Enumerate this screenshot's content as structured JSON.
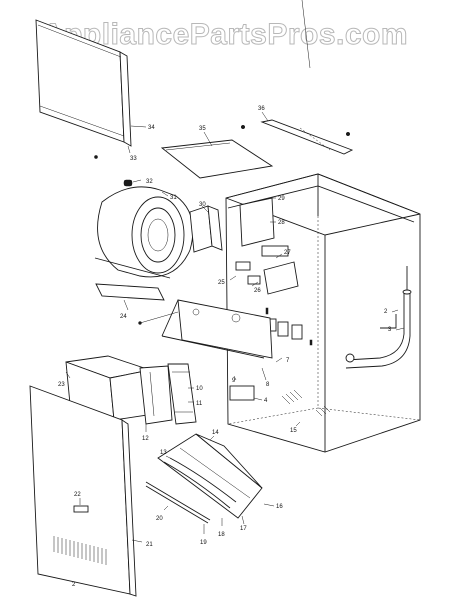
{
  "watermark": "AppliancePartsPros.com",
  "labels": [
    "34",
    "33",
    "35",
    "36",
    "32",
    "31",
    "30",
    "29",
    "28",
    "27",
    "25",
    "26",
    "24",
    "2",
    "3",
    "7",
    "8",
    "9",
    "10",
    "11",
    "12",
    "23",
    "4",
    "14",
    "13",
    "15",
    "16",
    "17",
    "18",
    "19",
    "20",
    "21",
    "22"
  ],
  "footnote": "2"
}
